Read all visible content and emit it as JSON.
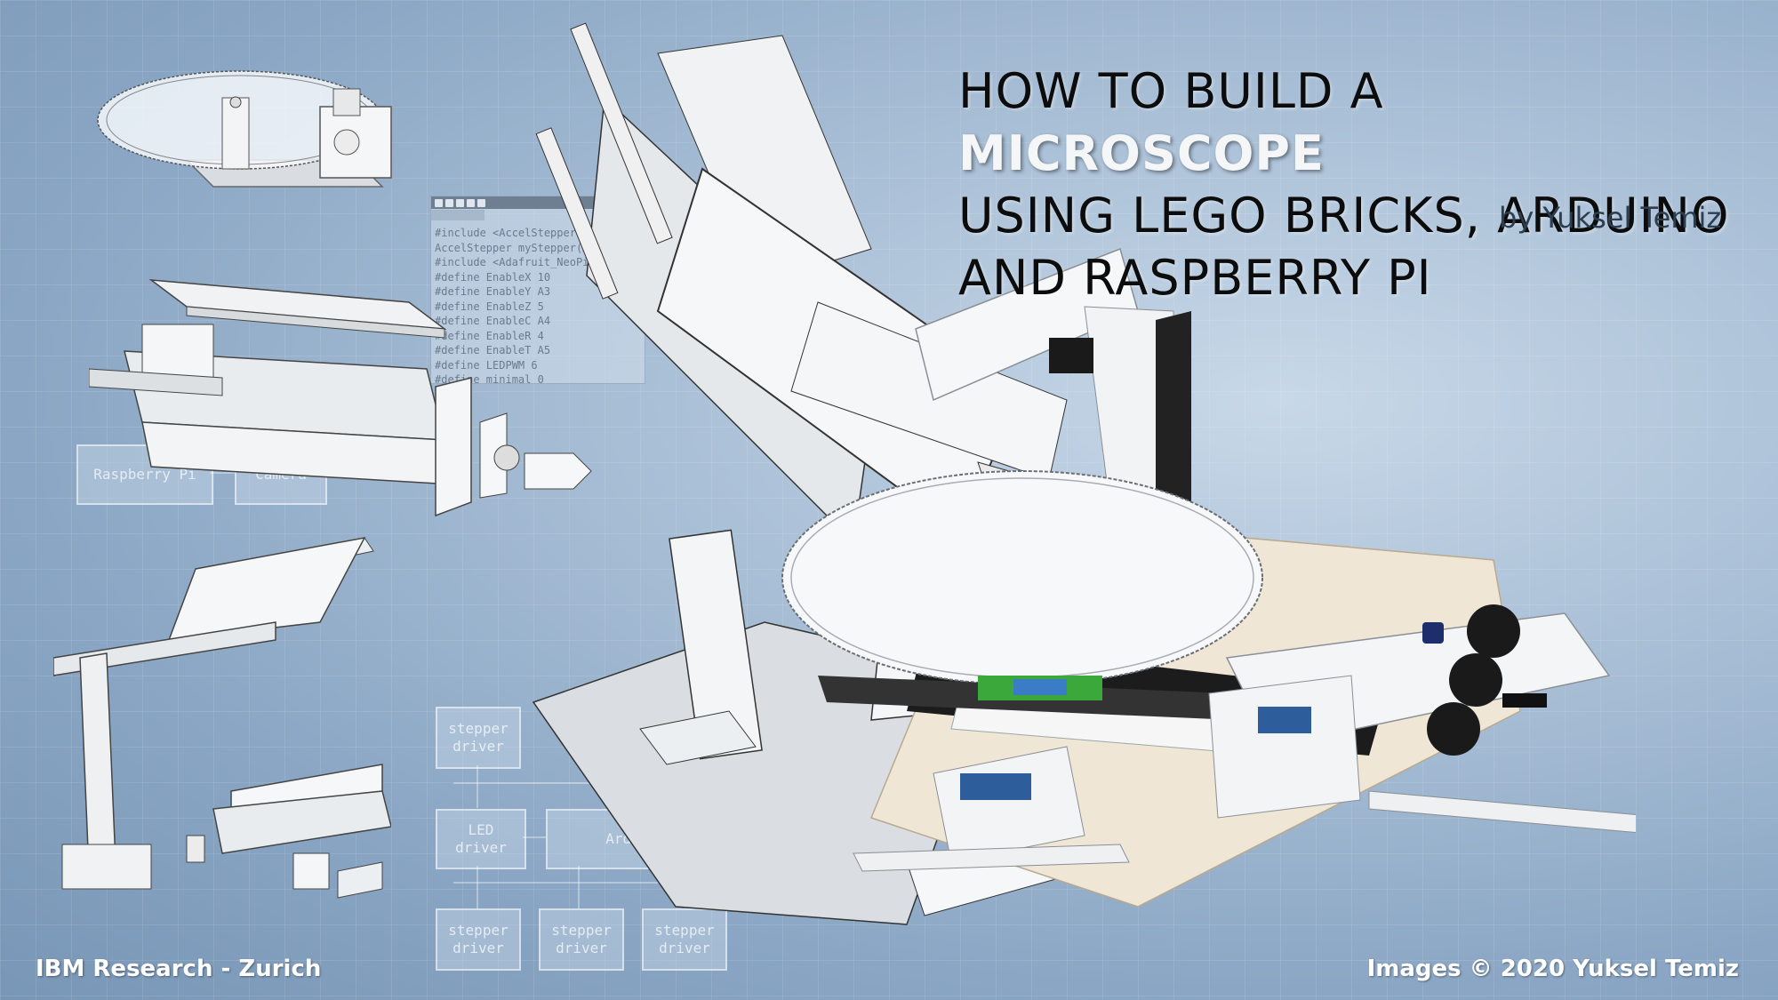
{
  "title": {
    "line1_prefix": "HOW TO BUILD A ",
    "line1_highlight": "MICROSCOPE",
    "line2": "USING LEGO BRICKS, ARDUINO",
    "line3": "AND RASPBERRY PI"
  },
  "byline": "by Yuksel Temiz",
  "footer": {
    "left": "IBM Research - Zurich",
    "right": "Images © 2020 Yuksel Temiz"
  },
  "code_window": {
    "lines": [
      "#include <AccelStepper.h>",
      "AccelStepper myStepper(Acce",
      "#include <Adafruit_NeoPixel",
      "#define EnableX 10",
      "#define EnableY A3",
      "#define EnableZ 5",
      "#define EnableC A4",
      "#define EnableR 4",
      "#define EnableT A5",
      "#define LEDPWM 6",
      "#define minimal 0"
    ]
  },
  "diagram": {
    "raspberry_pi": "Raspberry Pi",
    "camera": "Camera",
    "stepper_driver_top": "stepper\ndriver",
    "led_driver": "LED\ndriver",
    "arduino": "Arduino",
    "stepper_driver_1": "stepper\ndriver",
    "stepper_driver_2": "stepper\ndriver",
    "stepper_driver_3": "stepper\ndriver"
  },
  "colors": {
    "title_text": "#0c0c0c",
    "title_highlight": "#f4f6f8",
    "footer_text": "#ffffff",
    "joystick": "#1a1a1a",
    "knob": "#1e2d6b",
    "pcb_green": "#3aa83a"
  }
}
